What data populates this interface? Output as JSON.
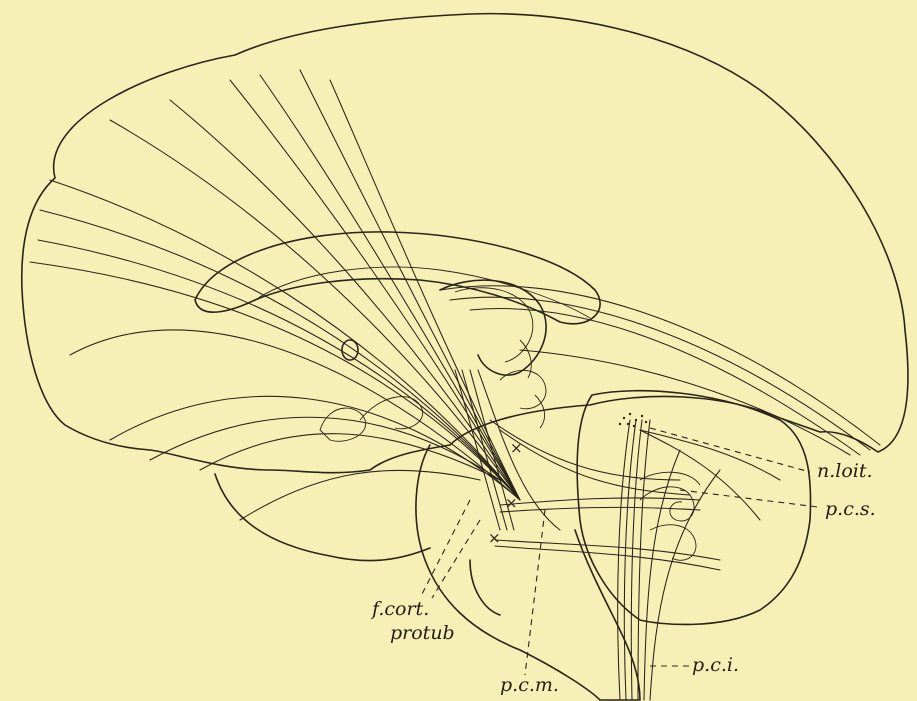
{
  "labels": {
    "n_loit": "n.loit.",
    "p_c_s": "p.c.s.",
    "f_cort": "f.cort.",
    "protub": "protub",
    "p_c_m": "p.c.m.",
    "p_c_i": "p.c.i."
  },
  "colors": {
    "paper": "#f6efb6",
    "ink": "#2a2418"
  }
}
